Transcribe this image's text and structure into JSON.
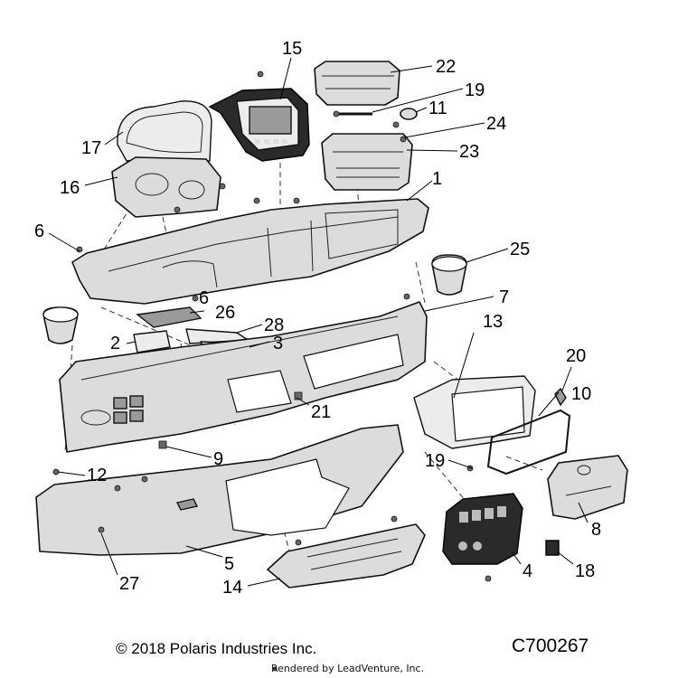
{
  "callouts": [
    {
      "id": "15",
      "label": "15"
    },
    {
      "id": "22",
      "label": "22"
    },
    {
      "id": "19a",
      "label": "19"
    },
    {
      "id": "11",
      "label": "11"
    },
    {
      "id": "24",
      "label": "24"
    },
    {
      "id": "23",
      "label": "23"
    },
    {
      "id": "17",
      "label": "17"
    },
    {
      "id": "16",
      "label": "16"
    },
    {
      "id": "1",
      "label": "1"
    },
    {
      "id": "6a",
      "label": "6"
    },
    {
      "id": "25",
      "label": "25"
    },
    {
      "id": "6b",
      "label": "6"
    },
    {
      "id": "7",
      "label": "7"
    },
    {
      "id": "26",
      "label": "26"
    },
    {
      "id": "13",
      "label": "13"
    },
    {
      "id": "28",
      "label": "28"
    },
    {
      "id": "2",
      "label": "2"
    },
    {
      "id": "3",
      "label": "3"
    },
    {
      "id": "20",
      "label": "20"
    },
    {
      "id": "10",
      "label": "10"
    },
    {
      "id": "21",
      "label": "21"
    },
    {
      "id": "9",
      "label": "9"
    },
    {
      "id": "19b",
      "label": "19"
    },
    {
      "id": "12",
      "label": "12"
    },
    {
      "id": "8",
      "label": "8"
    },
    {
      "id": "5",
      "label": "5"
    },
    {
      "id": "4",
      "label": "4"
    },
    {
      "id": "18",
      "label": "18"
    },
    {
      "id": "27",
      "label": "27"
    },
    {
      "id": "14",
      "label": "14"
    }
  ],
  "footer": {
    "copyright": "© 2018 Polaris Industries Inc.",
    "drawing_number": "C700267",
    "rendered_by": "Rendered by LeadVenture, Inc."
  }
}
